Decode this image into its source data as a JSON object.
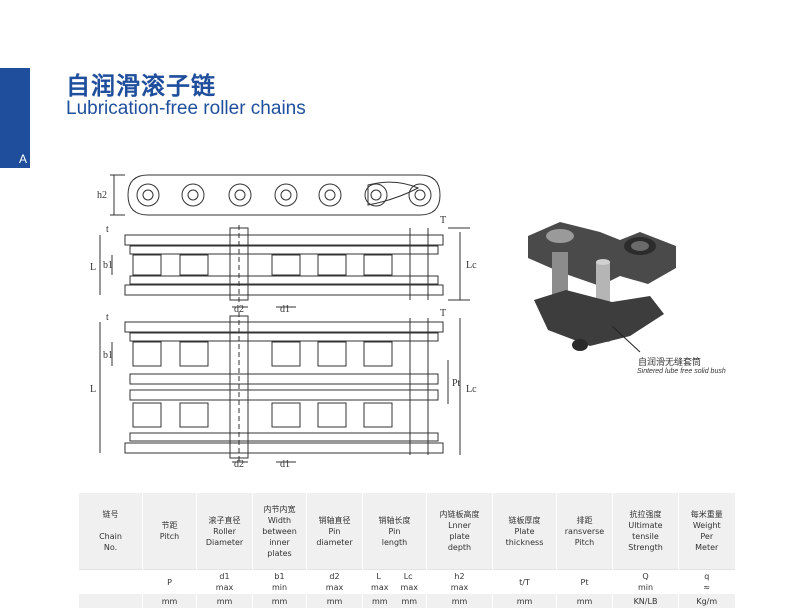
{
  "side_tab": {
    "letter": "A",
    "color": "#1f4f9c"
  },
  "title": {
    "cn": "自润滑滚子链",
    "en": "Lubrication-free roller chains",
    "color": "#1f4f9c"
  },
  "drawing": {
    "top_labels": {
      "h2": "h2",
      "t": "t",
      "T": "T"
    },
    "single_labels": {
      "L": "L",
      "b1": "b1",
      "Lc": "Lc",
      "d2": "d2",
      "d1": "d1",
      "t": "t",
      "T": "T"
    },
    "double_labels": {
      "L": "L",
      "b1": "b1",
      "Pt": "Pt",
      "Lc": "Lc",
      "d2": "d2",
      "d1": "d1",
      "t": "t"
    }
  },
  "callout": {
    "cn": "自润滑无缝套筒",
    "en": "Sintered lube free solid bush"
  },
  "table": {
    "header": [
      {
        "key": "chain_no",
        "lines": [
          "链号",
          "",
          "Chain",
          "No."
        ]
      },
      {
        "key": "pitch",
        "lines": [
          "节距",
          "Pitch"
        ]
      },
      {
        "key": "roller",
        "lines": [
          "滚子直径",
          "Roller",
          "Diameter"
        ]
      },
      {
        "key": "width",
        "lines": [
          "内节内宽",
          "Width",
          "between",
          "inner",
          "plates"
        ]
      },
      {
        "key": "pin",
        "lines": [
          "销轴直径",
          "Pin",
          "diameter"
        ]
      },
      {
        "key": "pinlen",
        "lines": [
          "销轴长度",
          "Pin",
          "length"
        ]
      },
      {
        "key": "plate_depth",
        "lines": [
          "内链板高度",
          "Lnner",
          "plate",
          "depth"
        ]
      },
      {
        "key": "plate_thick",
        "lines": [
          "链板厚度",
          "Plate",
          "thickness"
        ]
      },
      {
        "key": "transverse",
        "lines": [
          "排距",
          "ransverse",
          "Pitch"
        ]
      },
      {
        "key": "tensile",
        "lines": [
          "抗拉强度",
          "Ultimate",
          "tensile",
          "Strength"
        ]
      },
      {
        "key": "weight",
        "lines": [
          "每米重量",
          "Weight",
          "Per",
          "Meter"
        ]
      }
    ],
    "symbols": {
      "pitch": [
        "P"
      ],
      "roller": [
        "d1",
        "max"
      ],
      "width": [
        "b1",
        "min"
      ],
      "pin": [
        "d2",
        "max"
      ],
      "pinlen_L": [
        "L",
        "max"
      ],
      "pinlen_Lc": [
        "Lc",
        "max"
      ],
      "plate_depth": [
        "h2",
        "max"
      ],
      "plate_thick": [
        "t/T"
      ],
      "transverse": [
        "Pt"
      ],
      "tensile": [
        "Q",
        "min"
      ],
      "weight": [
        "q",
        "≈"
      ]
    },
    "units": {
      "pitch": "mm",
      "roller": "mm",
      "width": "mm",
      "pin": "mm",
      "pinlen": "mm",
      "plate_depth": "mm",
      "plate_thick": "mm",
      "transverse": "mm",
      "tensile": "KN/LB",
      "weight": "Kg/m"
    }
  }
}
